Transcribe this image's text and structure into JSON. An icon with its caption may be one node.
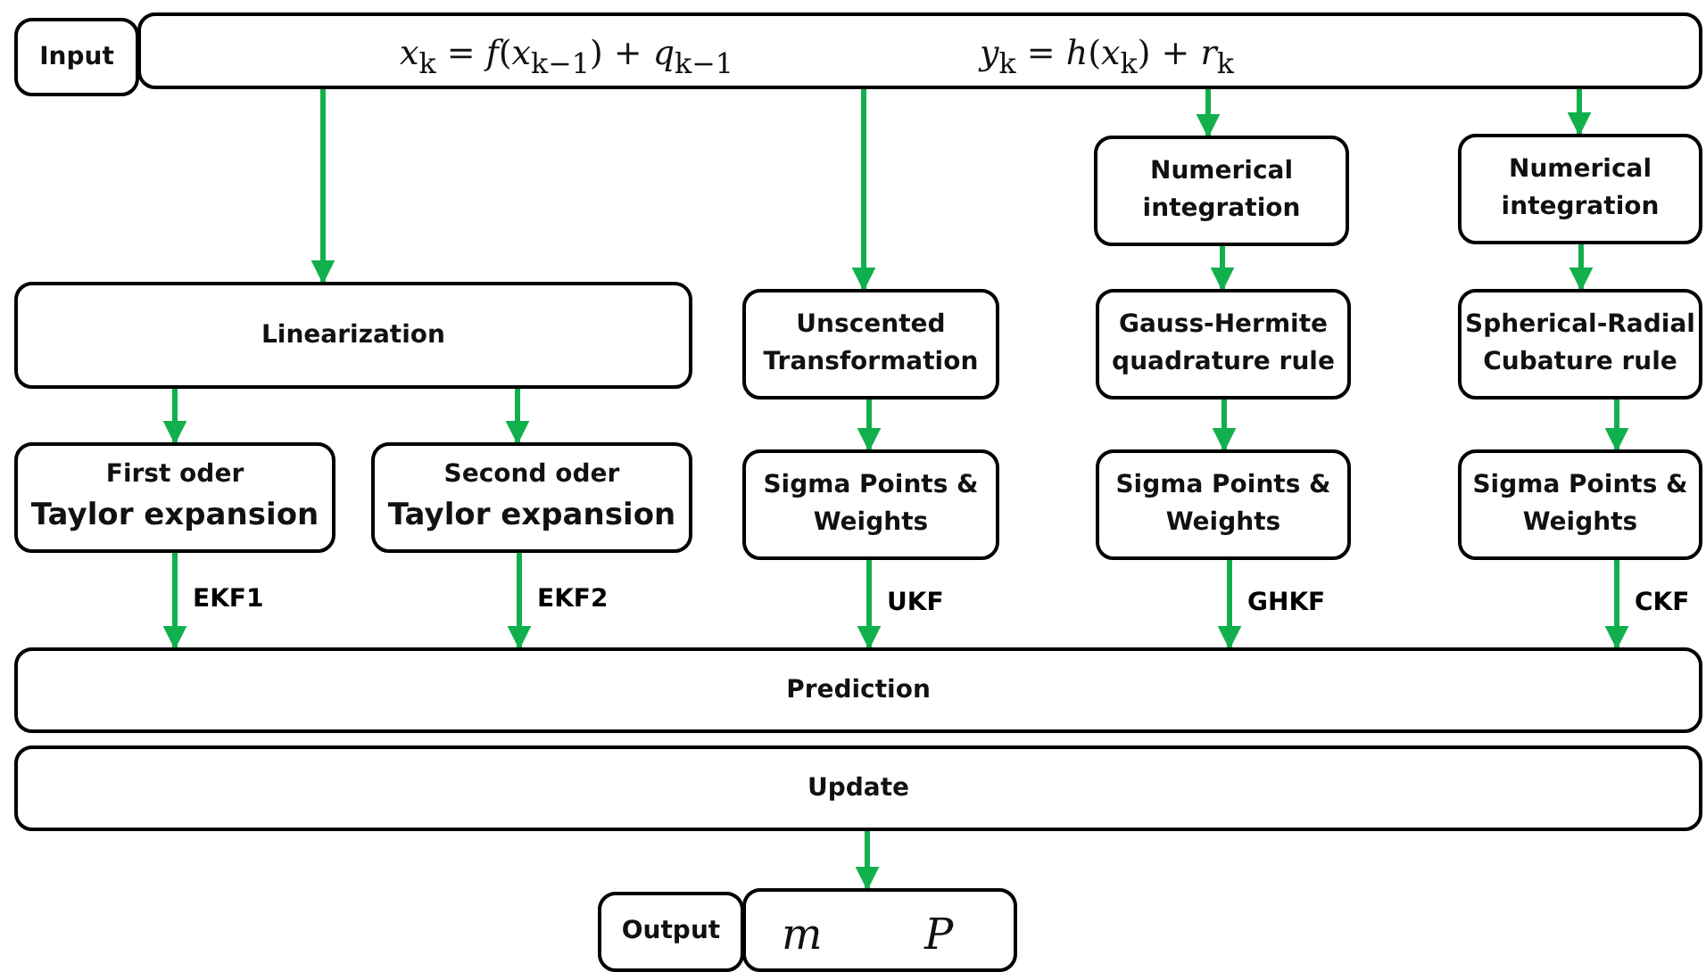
{
  "diagram": {
    "nodes": [
      {
        "text": [
          "Input"
        ]
      },
      {
        "text": [
          "*x*$_{k}$ = *f*(*x*$_{k−1}$) + *q*$_{k−1}$",
          "*y*$_{k}$ = *h*(*x*$_{k}$) + *r*$_{k}$"
        ]
      },
      {
        "text": [
          "Numerical integration"
        ]
      },
      {
        "text": [
          "Numerical integration"
        ]
      },
      {
        "text": [
          "Linearization"
        ]
      },
      {
        "text": [
          "Unscented Transformation"
        ]
      },
      {
        "text": [
          "Gauss-Hermite quadrature rule"
        ]
      },
      {
        "text": [
          "Spherical-Radial Cubature rule"
        ]
      },
      {
        "text": [
          "First oder",
          "Taylor expansion"
        ]
      },
      {
        "text": [
          "Second oder",
          "Taylor expansion"
        ]
      },
      {
        "text": [
          "Sigma Points & Weights"
        ]
      },
      {
        "text": [
          "Sigma Points & Weights"
        ]
      },
      {
        "text": [
          "Sigma Points & Weights"
        ]
      },
      {
        "text": [
          "Prediction"
        ]
      },
      {
        "text": [
          "Update"
        ]
      },
      {
        "text": [
          "Output"
        ]
      },
      {
        "text": [
          "m",
          "P"
        ]
      }
    ],
    "edges": [
      {
        "from": 1,
        "to": 4,
        "arrow": "to"
      },
      {
        "from": 1,
        "to": 5,
        "arrow": "to"
      },
      {
        "from": 1,
        "to": 2,
        "arrow": "to"
      },
      {
        "from": 1,
        "to": 3,
        "arrow": "to"
      },
      {
        "from": 2,
        "to": 6,
        "arrow": "to"
      },
      {
        "from": 3,
        "to": 7,
        "arrow": "to"
      },
      {
        "from": 4,
        "to": 8,
        "arrow": "to"
      },
      {
        "from": 4,
        "to": 9,
        "arrow": "to"
      },
      {
        "from": 5,
        "to": 10,
        "arrow": "to"
      },
      {
        "from": 6,
        "to": 11,
        "arrow": "to"
      },
      {
        "from": 7,
        "to": 12,
        "arrow": "to"
      },
      {
        "from": 8,
        "to": 13,
        "label": "EKF1",
        "arrow": "to"
      },
      {
        "from": 9,
        "to": 13,
        "label": "EKF2",
        "arrow": "to"
      },
      {
        "from": 10,
        "to": 13,
        "label": "UKF",
        "arrow": "to"
      },
      {
        "from": 11,
        "to": 13,
        "label": "GHKF",
        "arrow": "to"
      },
      {
        "from": 12,
        "to": 13,
        "label": "CKF",
        "arrow": "to"
      },
      {
        "from": 14,
        "to": 16,
        "arrow": "to"
      }
    ]
  }
}
